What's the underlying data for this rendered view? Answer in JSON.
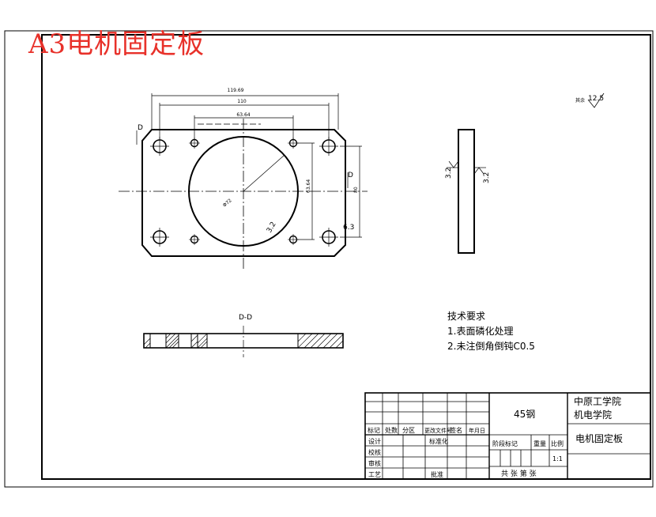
{
  "sheet_title": "A3电机固定板",
  "section_label": "D-D",
  "view_marks": {
    "d_left": "D",
    "d_right": "D"
  },
  "dimensions": {
    "overall_width": "119.69",
    "hole_span": "110",
    "small_hole_span": "63.64",
    "bore": "Φ72",
    "hole_pitch_vertical": "63.64",
    "height": "80",
    "rough_1": "3.2",
    "rough_2": "6.3",
    "side_rough_left": "3.2",
    "side_rough_right": "3.2",
    "general_roughness": "12.5",
    "general_roughness_prefix": "其余"
  },
  "technical_requirements": {
    "heading": "技术要求",
    "items": [
      "1.表面磷化处理",
      "2.未注倒角倒钝C0.5"
    ]
  },
  "title_block": {
    "material": "45钢",
    "school": "中原工学院",
    "college": "机电学院",
    "part_name": "电机固定板",
    "scale": "1:1",
    "row_labels": [
      "标记",
      "处数",
      "分区",
      "更改文件号",
      "签名",
      "年月日"
    ],
    "left_labels": [
      "设计",
      "校核",
      "审核",
      "工艺"
    ],
    "standardize": "标准化",
    "approve": "批准",
    "stage_labels": [
      "阶段标记",
      "重量",
      "比例"
    ],
    "sheets": "共 张 第 张"
  }
}
